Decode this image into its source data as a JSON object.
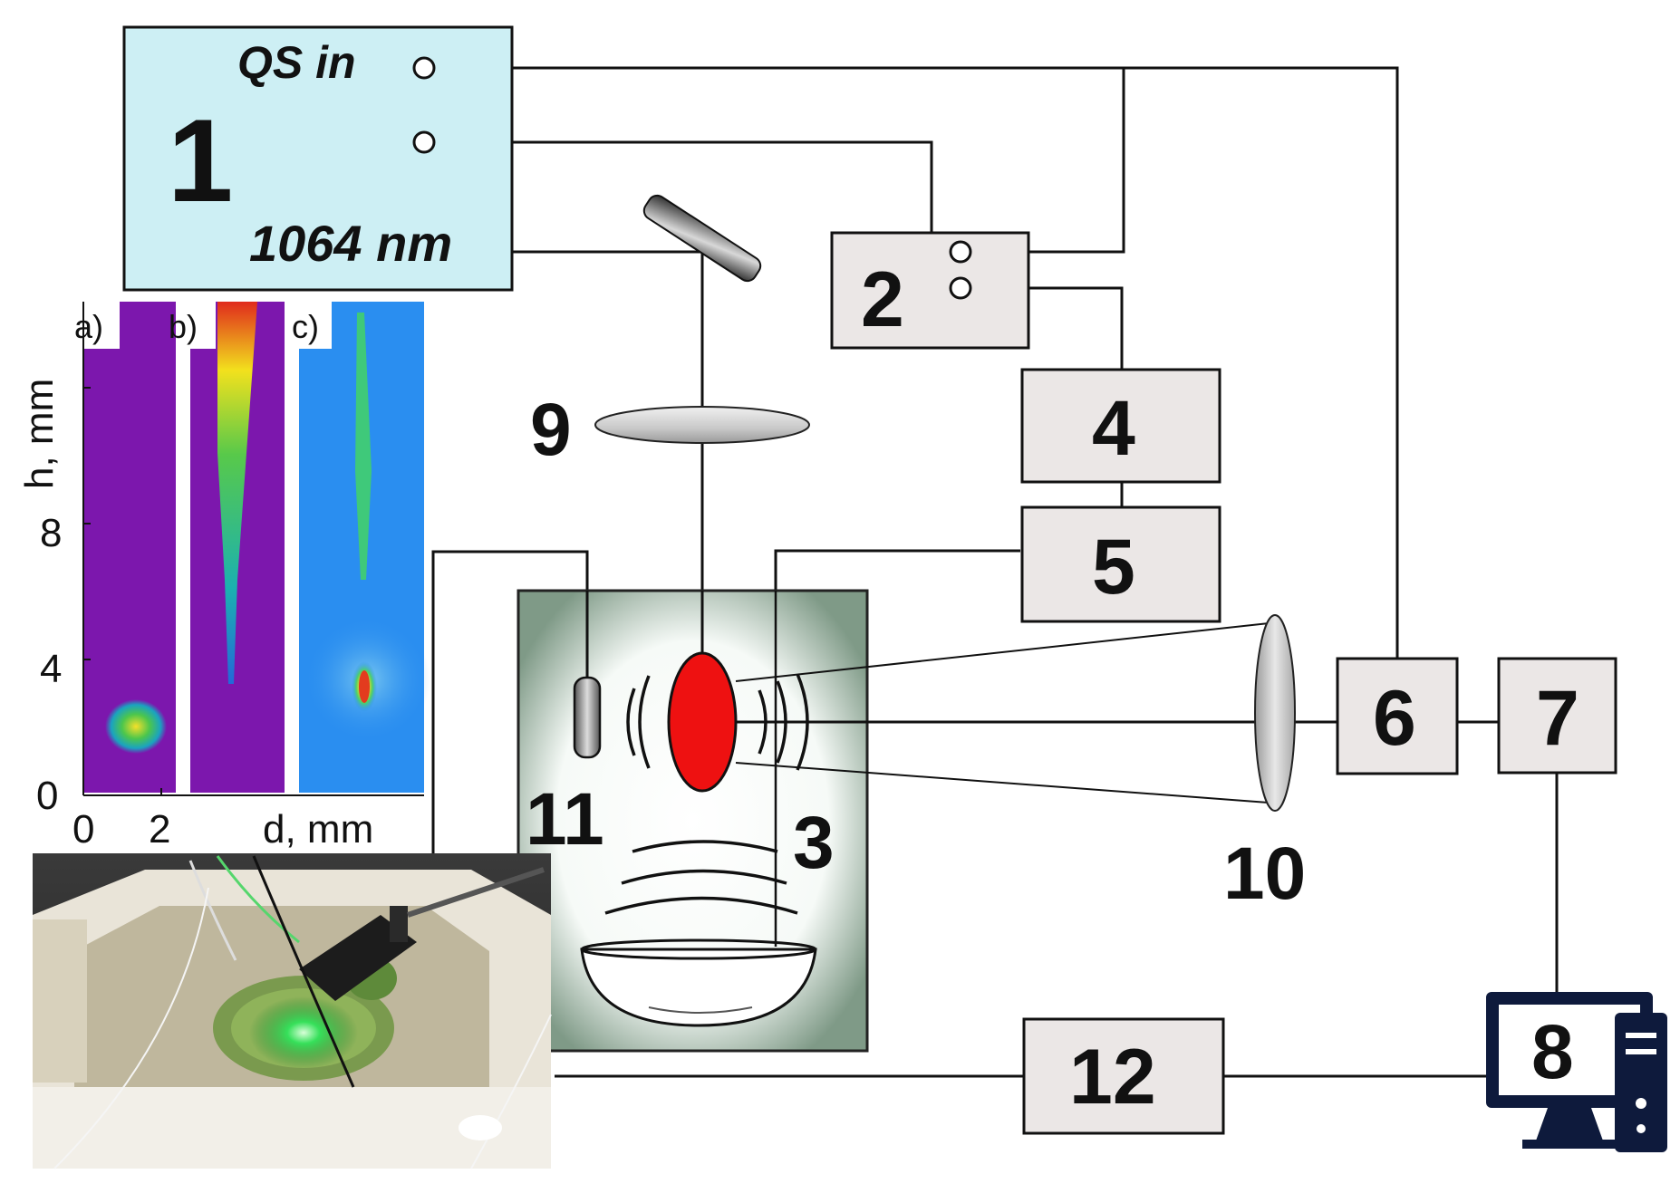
{
  "laser": {
    "number": "1",
    "qs_label": "QS in",
    "wavelength_label": "1064 nm"
  },
  "blocks": [
    {
      "id": "2",
      "label": "2"
    },
    {
      "id": "4",
      "label": "4"
    },
    {
      "id": "5",
      "label": "5"
    },
    {
      "id": "6",
      "label": "6"
    },
    {
      "id": "7",
      "label": "7"
    },
    {
      "id": "8",
      "label": "8"
    },
    {
      "id": "12",
      "label": "12"
    }
  ],
  "optics_labels": {
    "lens_focus": "9",
    "lens_collect": "10",
    "hydrophone": "11",
    "cell": "3"
  },
  "inset": {
    "panel_labels": [
      "a)",
      "b)",
      "c)"
    ],
    "y_axis_label": "h, mm",
    "x_axis_label": "d, mm",
    "y_ticks": [
      "0",
      "4",
      "8"
    ],
    "x_ticks": [
      "0",
      "2"
    ]
  },
  "colors": {
    "laser_box": "#cdeff4",
    "block_fill": "#ebe7e6",
    "spark": "#ee1111",
    "panel_bg": "#7c17ad",
    "panel_c_bg": "#2a8ef0",
    "monitor": "#0e1a3c"
  }
}
